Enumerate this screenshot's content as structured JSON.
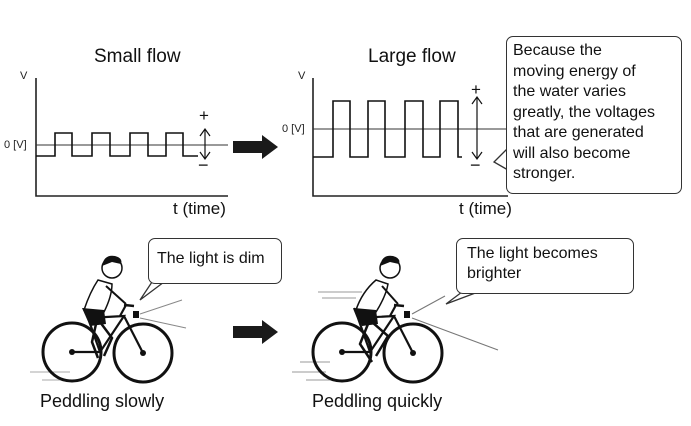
{
  "charts": {
    "small": {
      "title": "Small flow",
      "v_label": "V",
      "zero_label": "0 [V]",
      "t_label": "t (time)",
      "plus": "+",
      "minus": "−"
    },
    "large": {
      "title": "Large flow",
      "v_label": "V",
      "zero_label": "0 [V]",
      "t_label": "t (time)",
      "plus": "+",
      "minus": "−"
    }
  },
  "explanation": {
    "lines": [
      "Because the",
      "moving energy of",
      "the water varies",
      "greatly, the voltages",
      "that  are generated",
      "will also become",
      "stronger."
    ]
  },
  "bikes": {
    "slow": {
      "bubble": "The light is dim",
      "caption": "Peddling slowly"
    },
    "fast": {
      "bubble_lines": [
        "The light becomes",
        "brighter"
      ],
      "caption": "Peddling quickly"
    }
  },
  "colors": {
    "ink": "#111111",
    "arrow": "#1a1a1a",
    "skin": "#ffffff"
  }
}
